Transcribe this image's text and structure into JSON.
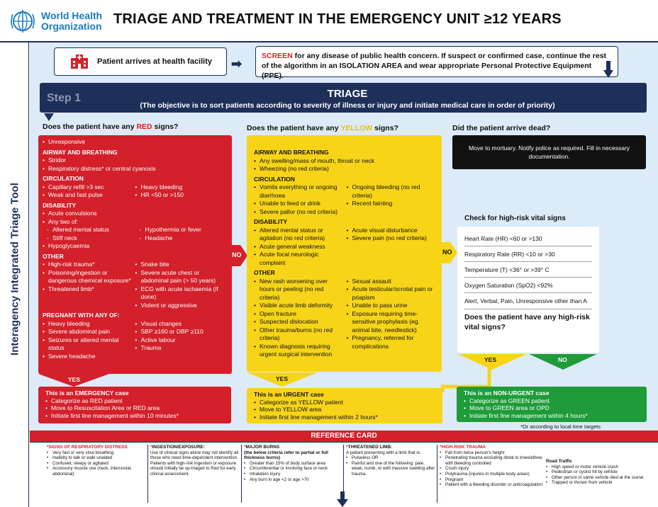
{
  "header": {
    "logo_line1": "World Health",
    "logo_line2": "Organization",
    "title": "TRIAGE AND TREATMENT IN THE EMERGENCY UNIT  ≥12 YEARS"
  },
  "side_label": "Interagency Integrated Triage Tool",
  "intro": {
    "arrive": "Patient arrives at health facility",
    "screen_word": "SCREEN",
    "screen_rest": " for any disease of public health concern. If suspect or confirmed case, continue the rest of the algorithm in an ISOLATION AREA and wear appropriate Personal Protective Equipment (PPE)."
  },
  "triage": {
    "step": "Step 1",
    "title": "TRIAGE",
    "subtitle": "(The objective is to sort patients according to severity of illness or injury and initiate medical care in order of priority)"
  },
  "questions": {
    "red_pre": "Does the patient have any ",
    "red_word": "RED",
    "red_post": " signs?",
    "yellow_pre": "Does the patient have any ",
    "yellow_word": "YELLOW",
    "yellow_post": " signs?",
    "dead": "Did the patient arrive dead?"
  },
  "red": {
    "unresponsive": "Unresponsive",
    "airway_head": "AIRWAY AND BREATHING",
    "stridor": "Stridor",
    "resp": "Respiratory distress* or central cyanosis",
    "circ_head": "CIRCULATION",
    "cap": "Capillary refill >3 sec",
    "pulse": "Weak and fast pulse",
    "bleeding": "Heavy bleeding",
    "hr": "HR <50 or >150",
    "dis_head": "DISABILITY",
    "convulsions": "Acute convulsions",
    "any_two": "Any two of:",
    "ams": "Altered mental status",
    "neck": "Stiff neck",
    "hypothermia": "Hypothermia or fever",
    "headache": "Headache",
    "hypoglycaemia": "Hypoglycaemia",
    "other_head": "OTHER",
    "trauma": "High-risk trauma*",
    "poison": "Poisoning/ingestion or dangerous chemical exposure*",
    "limb": "Threatened limb*",
    "snake": "Snake bite",
    "chest": "Severe acute chest or abdominal pain (> 50 years)",
    "ecg": "ECG with acute ischaemia (if done)",
    "violent": "Violent or aggressive",
    "preg_head": "PREGNANT WITH ANY OF:",
    "p_bleed": "Heavy bleeding",
    "p_abdo": "Severe abdominal pain",
    "p_seiz": "Seizures or altered mental status",
    "p_head": "Severe headache",
    "p_visual": "Visual changes",
    "p_sbp": "SBP ≥160 or DBP ≥110",
    "p_labour": "Active labour",
    "p_trauma": "Trauma"
  },
  "yellow": {
    "airway_head": "AIRWAY AND BREATHING",
    "swelling": "Any swelling/mass of mouth, throat or neck",
    "wheezing": "Wheezing (no red criteria)",
    "circ_head": "CIRCULATION",
    "vomit": "Vomits everything or ongoing diarrhoea",
    "feed": "Unable to feed or drink",
    "pallor": "Severe pallor (no red criteria)",
    "ongoing_bleed": "Ongoing bleeding (no red criteria)",
    "fainting": "Recent fainting",
    "dis_head": "DISABILITY",
    "ams": "Altered mental status or agitation (no red criteria)",
    "weakness": "Acute general weakness",
    "focal": "Acute focal neurologic complaint",
    "visual": "Acute visual disturbance",
    "pain": "Severe pain (no red criteria)",
    "other_head": "OTHER",
    "rash": "New rash worsening over hours or peeling (no red criteria)",
    "deformity": "Visible acute limb deformity",
    "fracture": "Open fracture",
    "dislocation": "Suspected dislocation",
    "burns": "Other trauma/burns (no red criteria)",
    "known": "Known diagnosis requiring urgent surgical intervention",
    "assault": "Sexual assault",
    "testicular": "Acute testicular/scrotal pain or priapism",
    "urine": "Unable to pass urine",
    "exposure": "Exposure requiring time-sensitive prophylaxis (eg. animal bite, needlestick)",
    "pregnancy": "Pregnancy, referred for complications"
  },
  "no_label": "NO",
  "dead_box": "Move to mortuary. Notify police as required. Fill in necessary documentation.",
  "vitals": {
    "heading": "Check for high-risk vital signs",
    "hr": "Heart Rate (HR) <60 or >130",
    "rr": "Respiratory Rate (RR) <10 or >30",
    "temp": "Temperature (T) <36° or >39° C",
    "spo2": "Oxygen Saturation (SpO2) <92%",
    "avpu": "Alert, Verbal, Pain, Unresponsive other than A",
    "question": "Does the patient have any high-risk vital signs?",
    "yes": "YES",
    "no": "NO"
  },
  "yes_label": "YES",
  "categories": {
    "red_title": "This is an EMERGENCY case",
    "red_1": "Categorize as RED patient",
    "red_2": "Move to Resuscitation Area or RED area",
    "red_3": "Initiate first line management within 10 minutes*",
    "yellow_title": "This is an URGENT case",
    "yellow_1": "Categorize as YELLOW patient",
    "yellow_2": "Move to YELLOW area",
    "yellow_3": "Initiate first line management within 2 hours*",
    "green_title": "This is an NON-URGENT case",
    "green_1": "Categorize as GREEN patient",
    "green_2": "Move to GREEN area or OPD",
    "green_3": "Initiate first line management within 4 hours*",
    "note": "*Or according to local time targets"
  },
  "reference": {
    "title": "REFERENCE CARD",
    "resp_head": "SIGNS OF RESPIRATORY DISTRESS",
    "resp_1": "Very fast or very slow breathing",
    "resp_2": "Inability to talk or walk unaided",
    "resp_3": "Confused, sleepy or agitated",
    "resp_4": "Accessory muscle use (neck, intercostal, abdominal)",
    "ing_head": "INGESTION/EXPOSURE:",
    "ing_text": "Use of clinical signs alone may not identify all those who need time-dependent intervention. Patients with high-risk ingestion or exposure should initially be up-triaged to Red for early clinical assessment.",
    "burn_head": "MAJOR BURNS",
    "burn_sub": "(the below criteria refer to partial or full thickness burns)",
    "burn_1": "Greater than 15% of body surface area",
    "burn_2": "Circumferential or involving face or neck",
    "burn_3": "Inhalation injury",
    "burn_4": "Any burn in age <2 or age >70",
    "limb_head": "THREATENED LIMB:",
    "limb_sub": "A patient presenting with a limb that is:",
    "limb_1": "Pulseless OR",
    "limb_2": "Painful and one of the following: pale, weak, numb, or with massive swelling after trauma.",
    "hr_head": "HIGH RISK TRAUMA",
    "hr_1": "Fall from twice person's height",
    "hr_2": "Penetrating trauma excluding distal to knee/elbow with bleeding  controlled",
    "hr_3": "Crush injury",
    "hr_4": "Polytrauma (injuries in multiple body areas)",
    "hr_5": "Pregnant",
    "hr_6": "Patient with a bleeding disorder or anticoagulation",
    "road_head": "Road Traffic",
    "road_1": "High speed or motor vehicle crash",
    "road_2": "Pedestrian or cyclist hit by vehicle",
    "road_3": "Other person in same vehicle died at the scene",
    "road_4": "Trapped or thrown from vehicle"
  },
  "colors": {
    "red": "#d3202a",
    "yellow": "#f7d417",
    "green": "#1f9b3a",
    "navy": "#1e2f5a",
    "panel": "#dcebf7"
  }
}
